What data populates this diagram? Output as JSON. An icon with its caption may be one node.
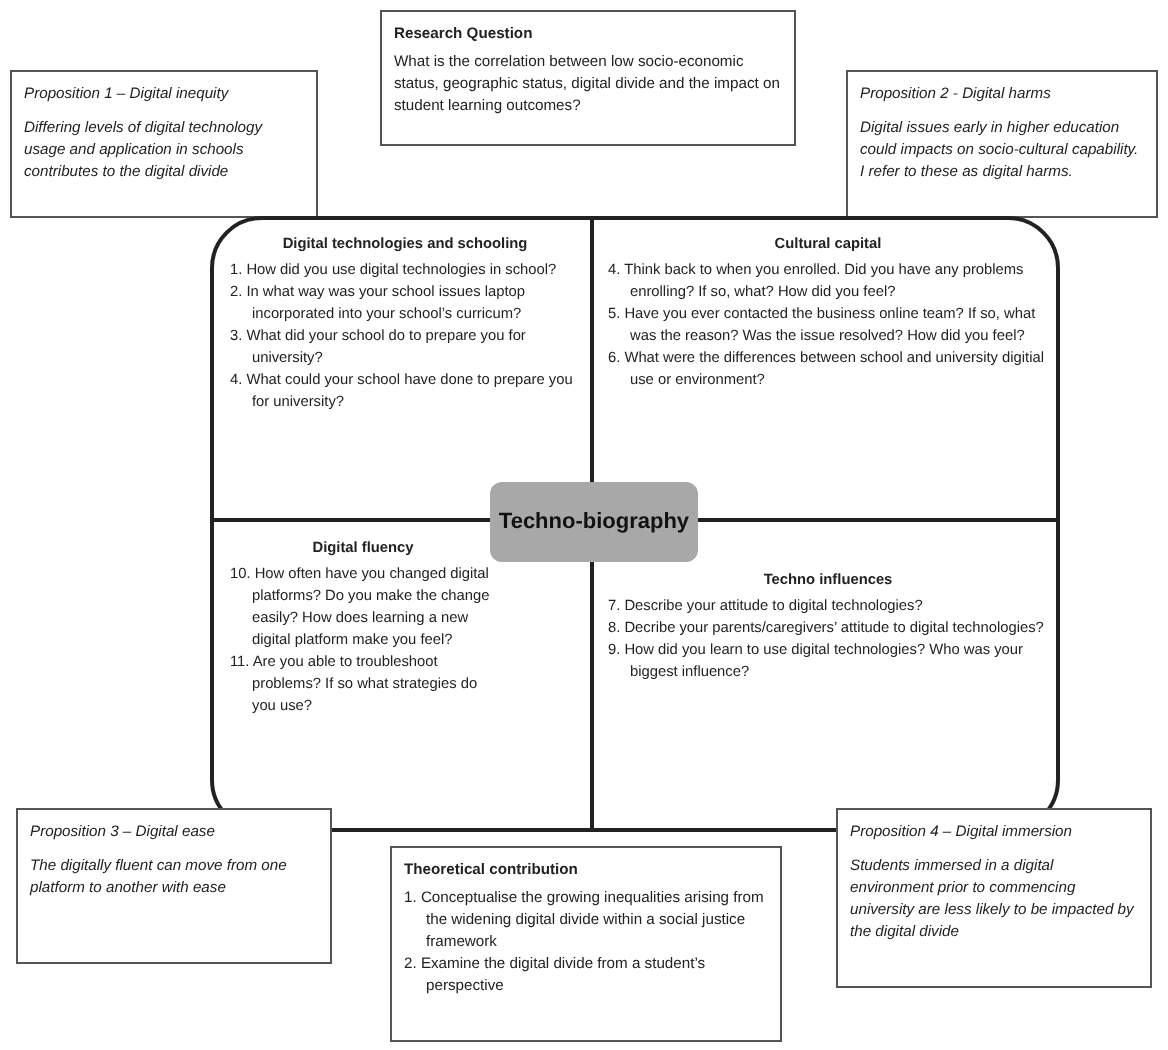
{
  "diagram": {
    "nodes": [
      {
        "text": [
          "Research Question",
          "What is the correlation between low socio-economic status, geographic status, digital divide and the impact on student learning outcomes?"
        ]
      },
      {
        "text": [
          "Proposition 1 – Digital inequity",
          "Differing levels of digital technology usage and application in schools contributes to the digital divide"
        ]
      },
      {
        "text": [
          "Proposition 2 - Digital harms",
          "Digital issues early in higher education could impacts on socio-cultural capability. I refer to these as digital harms."
        ]
      },
      {
        "text": [],
        "shape": "box"
      },
      {
        "text": [
          "Digital technologies and schooling",
          "1. How did you use digital technologies in school?",
          "2. In what way was your school issues laptop incorporated into your school’s curricum?",
          "3. What did your school do to prepare you for university?",
          "4. What could your school have done to prepare you for university?"
        ],
        "in": 3
      },
      {
        "text": [
          "Cultural capital",
          "4. Think back to when you enrolled. Did you have any problems enrolling? If so, what? How did you feel?",
          "5. Have you ever contacted the business online team? If so, what was the reason? Was the issue resolved? How did you feel?",
          "6. What were the differences between school and university digitial use or environment?"
        ],
        "in": 3
      },
      {
        "text": [
          "Techno-biography"
        ],
        "in": 3
      },
      {
        "text": [
          "Digital fluency",
          "10. How often have you changed digital platforms? Do you make the change easily? How does learning a new digital platform make you feel?",
          "11. Are you able to troubleshoot problems? If so what strategies do you use?"
        ],
        "in": 3
      },
      {
        "text": [
          "Techno influences",
          "7. Describe your attitude to digital technologies?",
          "8. Decribe your parents/caregivers’ attitude to digital technologies?",
          "9. How did you learn to use digital technologies? Who was your biggest influence?"
        ],
        "in": 3
      },
      {
        "text": [
          "Proposition 3 – Digital ease",
          "The digitally fluent can move from one platform to another with ease"
        ]
      },
      {
        "text": [
          "Theoretical contribution",
          "1. Conceptualise the growing inequalities arising from the widening digital divide within a social justice framework",
          "2. Examine the digital divide from a student’s perspective"
        ]
      },
      {
        "text": [
          "Proposition 4 – Digital immersion",
          "Students immersed in a digital environment prior to commencing university are less likely to be impacted by the digital divide"
        ]
      }
    ],
    "edges": []
  }
}
